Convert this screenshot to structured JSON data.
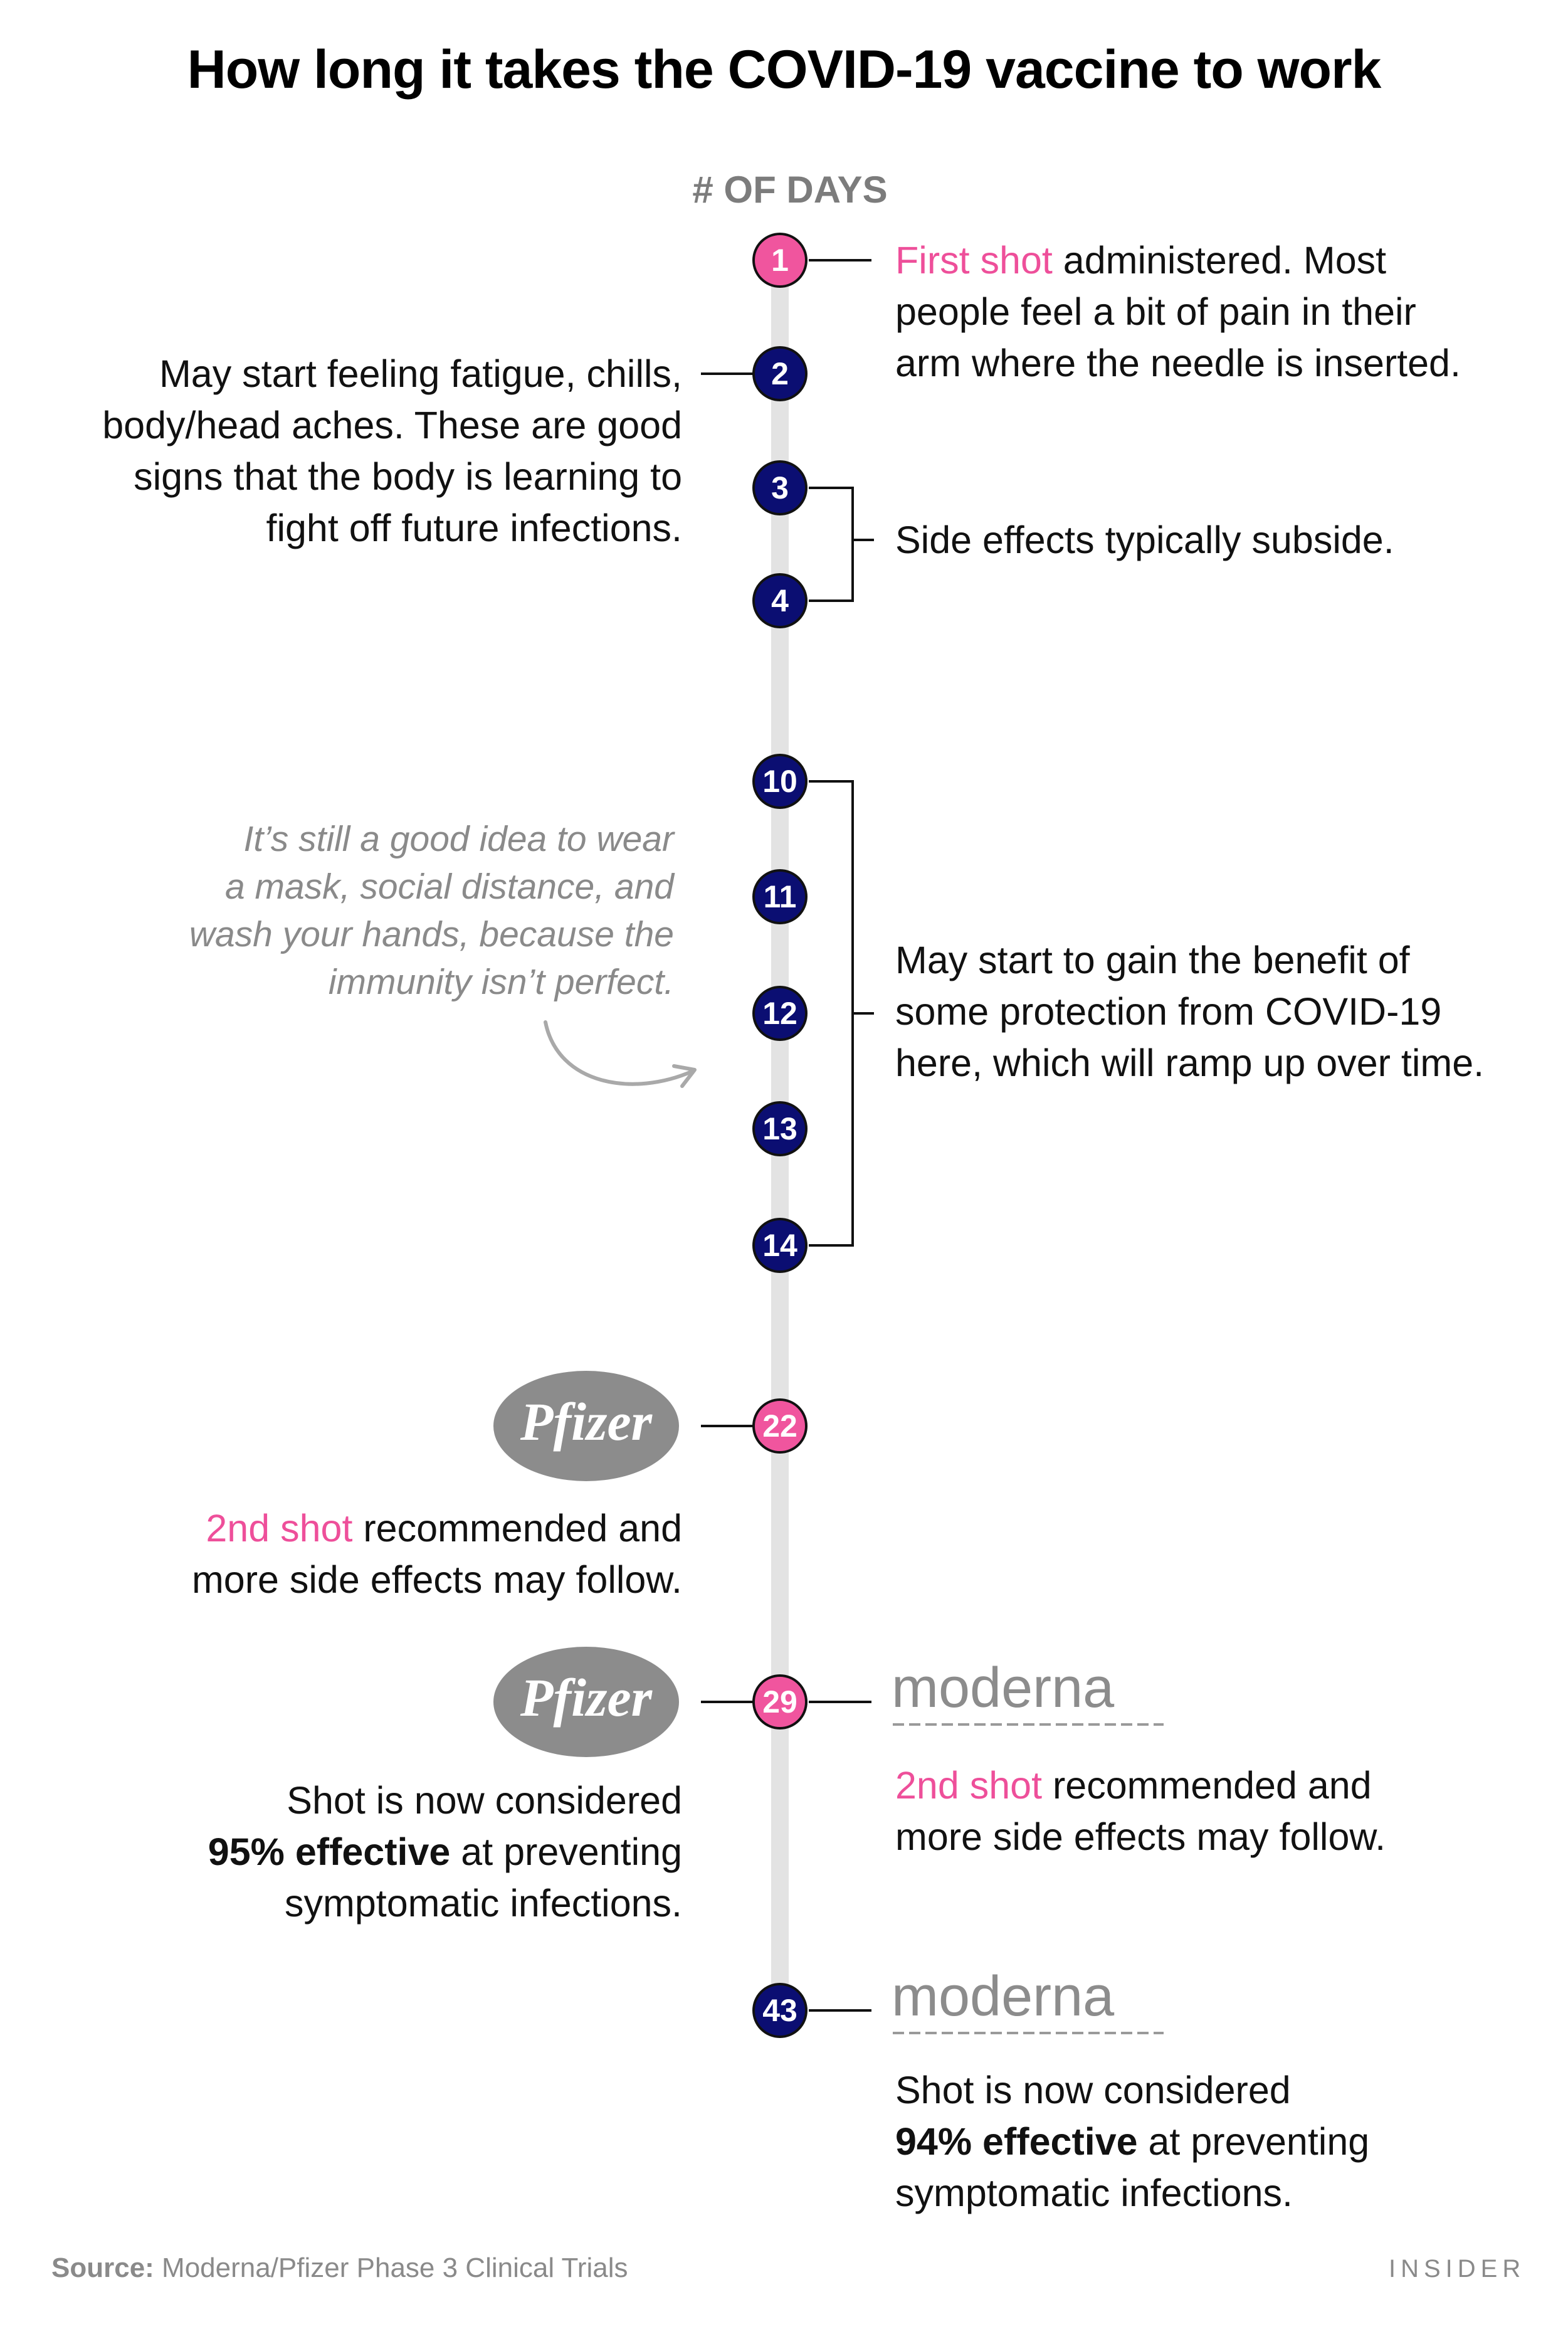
{
  "title": "How long it takes the COVID-19 vaccine to work",
  "axis_label": "# OF DAYS",
  "days": {
    "d1": "1",
    "d2": "2",
    "d3": "3",
    "d4": "4",
    "d10": "10",
    "d11": "11",
    "d12": "12",
    "d13": "13",
    "d14": "14",
    "d22": "22",
    "d29": "29",
    "d43": "43"
  },
  "events": {
    "day1": {
      "highlight": "First shot",
      "line1_rest": " administered. Most",
      "line2": "people feel a bit of pain in their",
      "line3": "arm where the needle is inserted."
    },
    "day2": {
      "line1": "May start feeling fatigue, chills,",
      "line2": "body/head aches. These are good",
      "line3": "signs that the body is learning to",
      "line4": "fight off future infections."
    },
    "day3_4": {
      "text": "Side effects typically subside."
    },
    "day10_14": {
      "line1": "May start to gain the benefit of",
      "line2": "some protection from COVID-19",
      "line3": "here, which will ramp up over time."
    },
    "note": {
      "line1": "It’s still a good idea to wear",
      "line2": "a mask, social distance, and",
      "line3": "wash your hands, because the",
      "line4": "immunity isn’t perfect."
    },
    "day22": {
      "logo": "Pfizer",
      "highlight": "2nd shot",
      "line1_rest": " recommended and",
      "line2": "more side effects may follow."
    },
    "day29_left": {
      "logo": "Pfizer",
      "line1": "Shot is now considered",
      "bold": "95% effective",
      "line2_rest": " at preventing",
      "line3": "symptomatic infections."
    },
    "day29_right": {
      "logo": "moderna",
      "highlight": "2nd shot",
      "line1_rest": " recommended and",
      "line2": "more side effects may follow."
    },
    "day43": {
      "logo": "moderna",
      "line1": "Shot is now considered",
      "bold": "94% effective",
      "line2_rest": " at preventing",
      "line3": "symptomatic infections."
    }
  },
  "footer": {
    "source_label": "Source:",
    "source_text": " Moderna/Pfizer Phase 3 Clinical Trials",
    "brand": "INSIDER"
  },
  "colors": {
    "navy": "#0b0e72",
    "pink": "#f0559e",
    "highlight_text": "#ee4f9a",
    "gray_text": "#8a8a8a",
    "rail": "#e3e3e3"
  }
}
